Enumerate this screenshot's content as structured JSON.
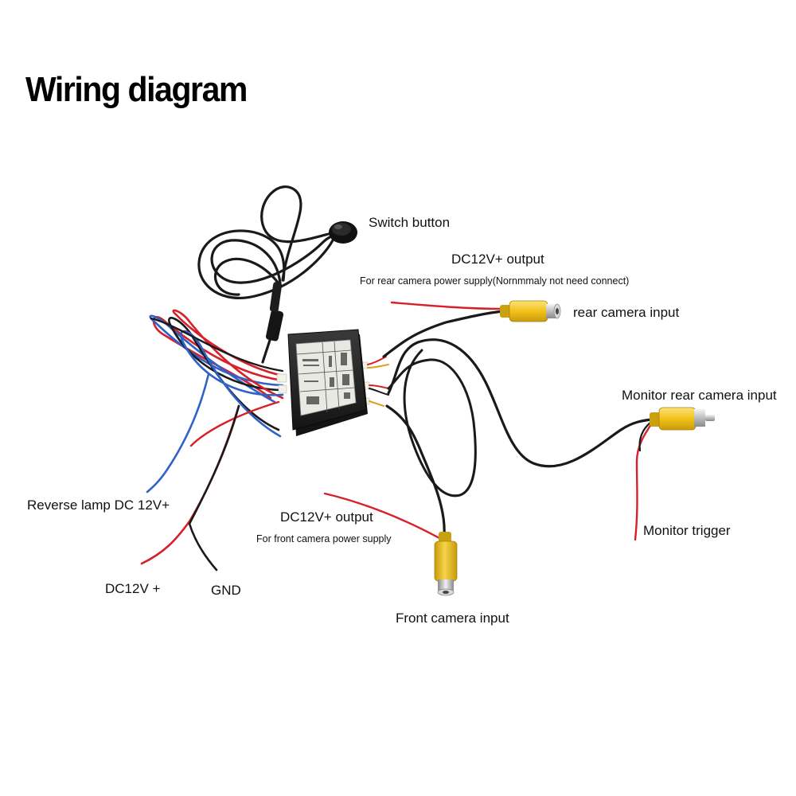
{
  "title": "Wiring diagram",
  "labels": {
    "switch_button": "Switch button",
    "dc12v_output_rear": "DC12V+ output",
    "rear_power_note": "For rear camera power supply(Nornmmaly not need connect)",
    "rear_camera_input": "rear camera input",
    "monitor_rear_camera_input": "Monitor rear camera input",
    "monitor_trigger": "Monitor trigger",
    "reverse_lamp": "Reverse lamp DC 12V+",
    "dc12v_plus": "DC12V +",
    "gnd": "GND",
    "dc12v_output_front": "DC12V+ output",
    "front_power_note": "For front camera power supply",
    "front_camera_input": "Front camera input"
  },
  "colors": {
    "cable_black": "#1a1a1a",
    "wire_red": "#d8202a",
    "wire_blue": "#2f62c8",
    "rca_yellow": "#f2c21a",
    "box_black": "#202020"
  }
}
